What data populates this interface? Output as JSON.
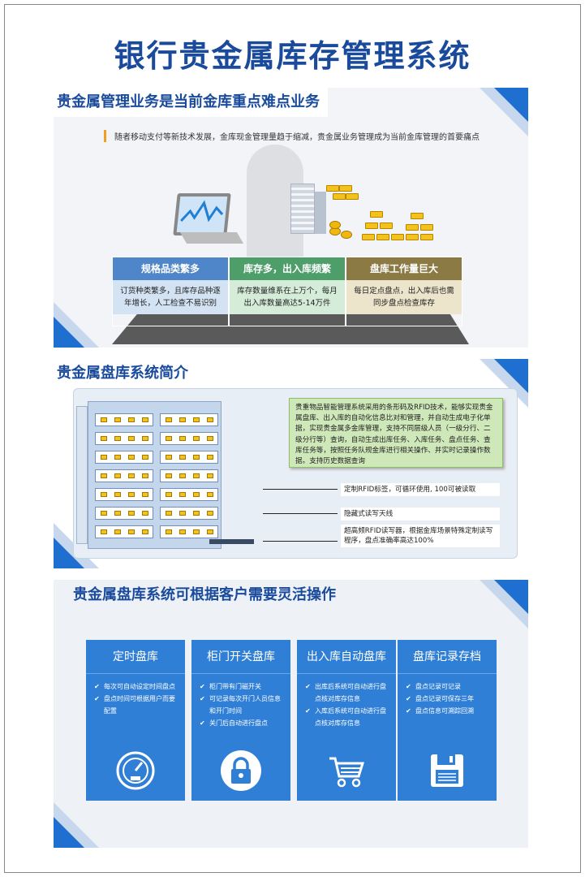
{
  "title": "银行贵金属库存管理系统",
  "section1": {
    "title": "贵金属管理业务是当前金库重点难点业务",
    "intro": "随者移动支付等新技术发展，金库现金管理量趋于缩减，贵金属业务管理成为当前金库管理的首要痛点",
    "cards": [
      {
        "title": "规格品类繁多",
        "body": "订货种类繁多，且库存品种逐年增长，人工检查不易识别"
      },
      {
        "title": "库存多，出入库频繁",
        "body": "库存数量维系在上万个，每月出入库数量高达5-14万件"
      },
      {
        "title": "盘库工作量巨大",
        "body": "每日定点盘点，出入库后也需同步盘点检查库存"
      }
    ]
  },
  "section2": {
    "title": "贵金属盘库系统简介",
    "description": "贵重物品智能管理系统采用的条形码及RFID技术，能够实现贵金属盘库、出入库的自动化信息比对和管理，并自动生成电子化单据，实现贵金属多金库管理，支持不同层级人员（一级分行、二级分行等）查询，自动生成出库任务、入库任务、盘点任务、查库任务等，按照任务队规金库进行相关操作、并实时记录操作数据。支持历史数据查询",
    "labels": [
      "定制RFID标签，可循环使用, 100可被读取",
      "隐藏式读写天线",
      "超高频RFID读写器，根据金库场景特殊定制读写程序，盘点准确率高达100%"
    ]
  },
  "section3": {
    "title": "贵金属盘库系统可根据客户需要灵活操作",
    "features": [
      {
        "title": "定时盘库",
        "items": [
          "每次可自动设定时间盘点",
          "盘点时间可根据用户而要配置"
        ],
        "icon": "gauge-icon"
      },
      {
        "title": "柜门开关盘库",
        "items": [
          "柜门带有门磁开关",
          "可记录每次开门人员信息和开门时间",
          "关门后自动进行盘点"
        ],
        "icon": "lock-icon"
      },
      {
        "title": "出入库自动盘库",
        "items": [
          "出库后系统可自动进行盘点核对库存信息",
          "入库后系统可自动进行盘点核对库存信息"
        ],
        "icon": "cart-icon"
      },
      {
        "title": "盘库记录存档",
        "items": [
          "盘点记录可记录",
          "盘点记录可保存三年",
          "盘点信息可溯踪回溯"
        ],
        "icon": "save-icon"
      }
    ]
  },
  "colors": {
    "brand": "#1a4a9c",
    "accent": "#2f7fd6"
  }
}
